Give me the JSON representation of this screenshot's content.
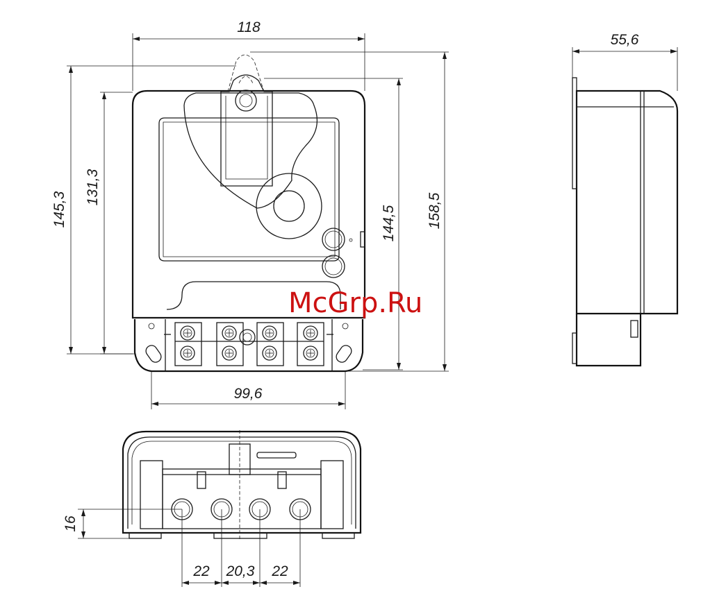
{
  "dimensions": {
    "width_top": "118",
    "side_depth": "55,6",
    "left_outer_height": "145,3",
    "left_inner_height": "131,3",
    "right_inner_height": "144,5",
    "right_outer_height": "158,5",
    "terminal_width": "99,6",
    "bottom_height": "16",
    "pitch_left": "22",
    "pitch_center": "20,3",
    "pitch_right": "22"
  },
  "watermark": "McGrp.Ru",
  "colors": {
    "line": "#1a1a1a",
    "watermark": "#cc1111",
    "background": "#ffffff"
  }
}
